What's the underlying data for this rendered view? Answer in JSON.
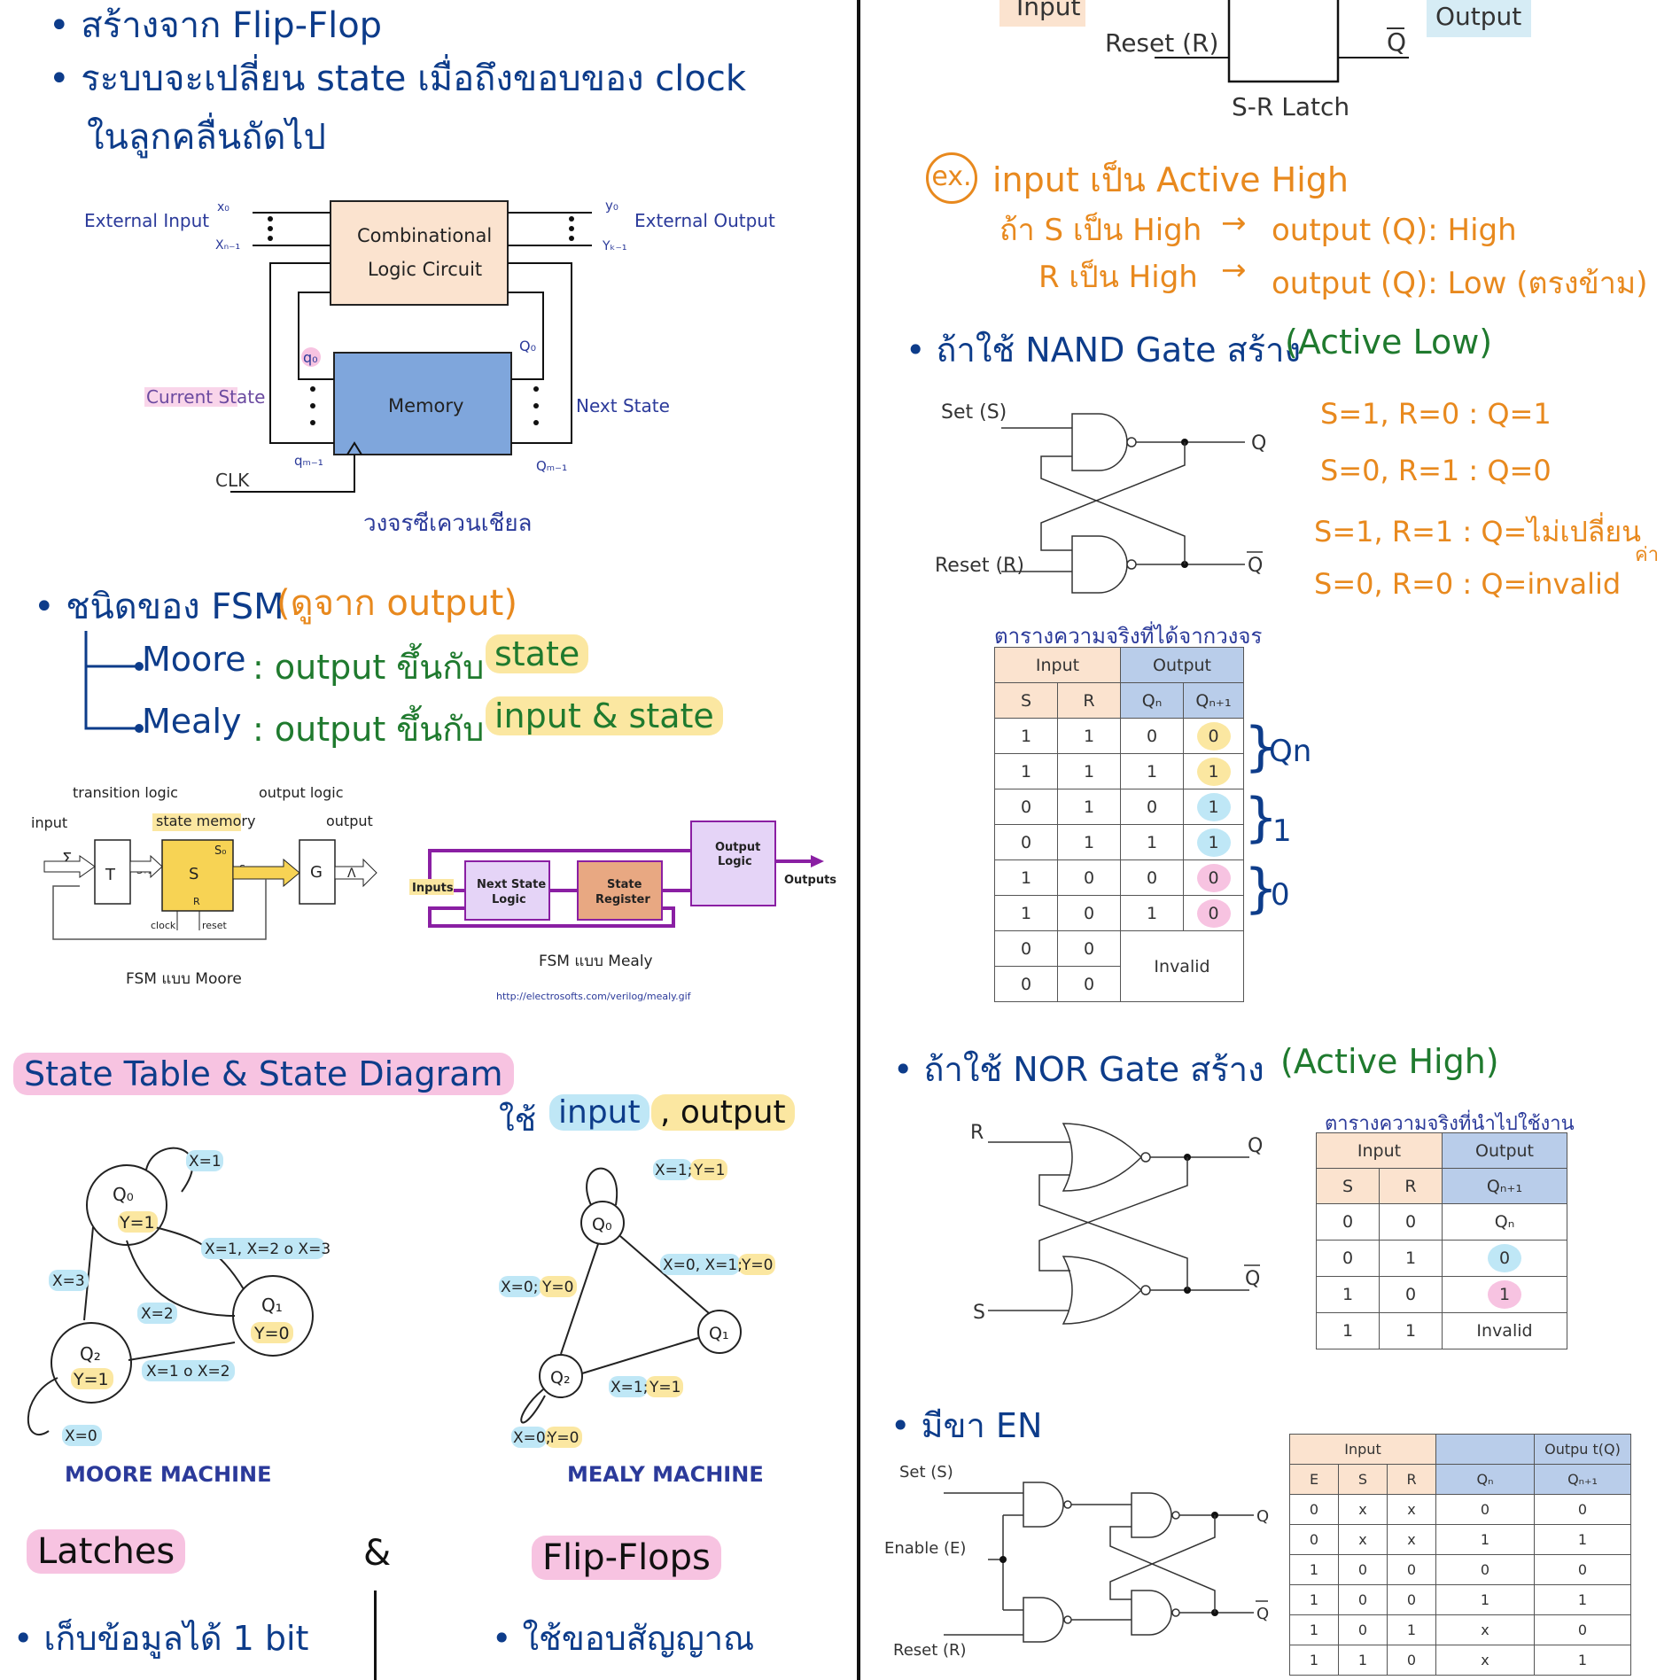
{
  "left": {
    "bullet1": "• สร้างจาก Flip-Flop",
    "bullet2": "• ระบบจะเปลี่ยน state เมื่อถึงขอบของ clock",
    "bullet2b": "ในลูกคลื่นถัดไป",
    "seq": {
      "external_input": "External Input",
      "x0": "x₀",
      "xn1": "Xₙ₋₁",
      "comb1": "Combinational",
      "comb2": "Logic Circuit",
      "y0": "y₀",
      "yk1": "Yₖ₋₁",
      "external_output": "External Output",
      "q0": "q₀",
      "Q0": "Q₀",
      "current_state": "Current State",
      "memory": "Memory",
      "next_state": "Next State",
      "clk": "CLK",
      "qm1": "qₘ₋₁",
      "Qm1": "Qₘ₋₁",
      "caption": "วงจรซีเควนเชียล"
    },
    "fsm_title": "• ชนิดของ FSM",
    "fsm_note": "(ดูจาก output)",
    "moore_line": "Moore",
    "moore_desc": ": output ขึ้นกับ",
    "moore_hl": "state",
    "mealy_line": "Mealy",
    "mealy_desc": ": output ขึ้นกับ",
    "mealy_hl": "input & state",
    "moore_fig": {
      "transition_logic": "transition logic",
      "output_logic": "output logic",
      "input": "input",
      "state_memory": "state memory",
      "output": "output",
      "sigma": "Σ",
      "T": "T",
      "S": "S",
      "S0": "S₀",
      "R": "R",
      "G": "G",
      "lambda": "Λ",
      "clock": "clock",
      "reset": "reset",
      "s_plus": "S₊₁",
      "s_out": "Sᵢ",
      "caption": "FSM แบบ Moore"
    },
    "mealy_fig": {
      "inputs": "Inputs",
      "next_state": "Next State",
      "logic": "Logic",
      "state": "State",
      "register": "Register",
      "output": "Output",
      "logic2": "Logic",
      "outputs": "Outputs",
      "caption": "FSM แบบ Mealy",
      "url": "http://electrosofts.com/verilog/mealy.gif"
    },
    "state_title": "State Table & State Diagram",
    "io_prefix": "ใช้",
    "io_input": "input",
    "io_output": ", output",
    "moore_diagram": {
      "q0": "Q₀",
      "y1": "Y=1",
      "q1": "Q₁",
      "y0": "Y=0",
      "q2": "Q₂",
      "y1b": "Y=1",
      "x1": "X=1",
      "x123": "X=1, X=2 o X=3",
      "x3": "X=3",
      "x2": "X=2",
      "x12": "X=1 o X=2",
      "x0": "X=0",
      "caption": "MOORE MACHINE"
    },
    "mealy_diagram": {
      "q0": "Q₀",
      "q1": "Q₁",
      "q2": "Q₂",
      "e1a": "X=1;",
      "e1b": "Y=1",
      "e2a": "X=0, X=1;",
      "e2b": "Y=0",
      "e3a": "X=0;",
      "e3b": "Y=0",
      "e4a": "X=1;",
      "e4b": "Y=1",
      "e5a": "X=0;",
      "e5b": "Y=0",
      "caption": "MEALY MACHINE"
    },
    "latches": "Latches",
    "amp": "&",
    "flipflops": "Flip-Flops",
    "latch_note": "• เก็บข้อมูลได้ 1 bit",
    "ff_note": "• ใช้ขอบสัญญาณ"
  },
  "right": {
    "sr": {
      "input": "Input",
      "reset": "Reset (R)",
      "qbar": "Q",
      "output": "Output",
      "caption": "S-R Latch"
    },
    "ex_label": "ex.",
    "ex_line1": "input เป็น Active High",
    "ex_line2a": "ถ้า S เป็น High",
    "ex_line2b": "output (Q): High",
    "ex_line3a": "R เป็น High",
    "ex_line3b": "output (Q): Low (ตรงข้าม)",
    "nand_title": "• ถ้าใช้ NAND Gate สร้าง",
    "nand_note": "(Active Low)",
    "nand_fig": {
      "set": "Set (S)",
      "reset": "Reset (R)",
      "q": "Q",
      "qbar": "Q"
    },
    "nand_rules": [
      "S=1, R=0   : Q=1",
      "S=0, R=1   : Q=0",
      "S=1, R=1   : Q=ไม่เปลี่ยน",
      "S=0, R=0   : Q=invalid"
    ],
    "nand_rule_extra": "ค่า",
    "nand_table": {
      "caption": "ตารางความจริงที่ได้จากวงจร",
      "h_input": "Input",
      "h_output": "Output",
      "cols": [
        "S",
        "R",
        "Qₙ",
        "Qₙ₊₁"
      ],
      "rows": [
        [
          "1",
          "1",
          "0",
          "0"
        ],
        [
          "1",
          "1",
          "1",
          "1"
        ],
        [
          "0",
          "1",
          "0",
          "1"
        ],
        [
          "0",
          "1",
          "1",
          "1"
        ],
        [
          "1",
          "0",
          "0",
          "0"
        ],
        [
          "1",
          "0",
          "1",
          "0"
        ],
        [
          "0",
          "0"
        ],
        [
          "0",
          "0"
        ]
      ],
      "invalid": "Invalid",
      "brace1": "Qn",
      "brace2": "1",
      "brace3": "0"
    },
    "nor_title": "• ถ้าใช้ NOR Gate สร้าง",
    "nor_note": "(Active High)",
    "nor_fig": {
      "r": "R",
      "s": "S",
      "q": "Q",
      "qbar": "Q"
    },
    "nor_table": {
      "caption": "ตารางความจริงที่นำไปใช้งาน",
      "h_input": "Input",
      "h_output": "Output",
      "cols": [
        "S",
        "R",
        "Qₙ₊₁"
      ],
      "rows": [
        [
          "0",
          "0",
          "Qₙ"
        ],
        [
          "0",
          "1",
          "0"
        ],
        [
          "1",
          "0",
          "1"
        ],
        [
          "1",
          "1",
          "Invalid"
        ]
      ]
    },
    "en_title": "• มีขา EN",
    "en_fig": {
      "set": "Set (S)",
      "enable": "Enable (E)",
      "reset": "Reset (R)",
      "q": "Q",
      "qbar": "Q"
    },
    "en_table": {
      "h_input": "Input",
      "h_output": "Outpu t(Q)",
      "cols": [
        "E",
        "S",
        "R",
        "Qₙ",
        "Qₙ₊₁"
      ],
      "rows": [
        [
          "0",
          "x",
          "x",
          "0",
          "0"
        ],
        [
          "0",
          "x",
          "x",
          "1",
          "1"
        ],
        [
          "1",
          "0",
          "0",
          "0",
          "0"
        ],
        [
          "1",
          "0",
          "0",
          "1",
          "1"
        ],
        [
          "1",
          "0",
          "1",
          "x",
          "0"
        ],
        [
          "1",
          "1",
          "0",
          "x",
          "1"
        ]
      ]
    }
  }
}
